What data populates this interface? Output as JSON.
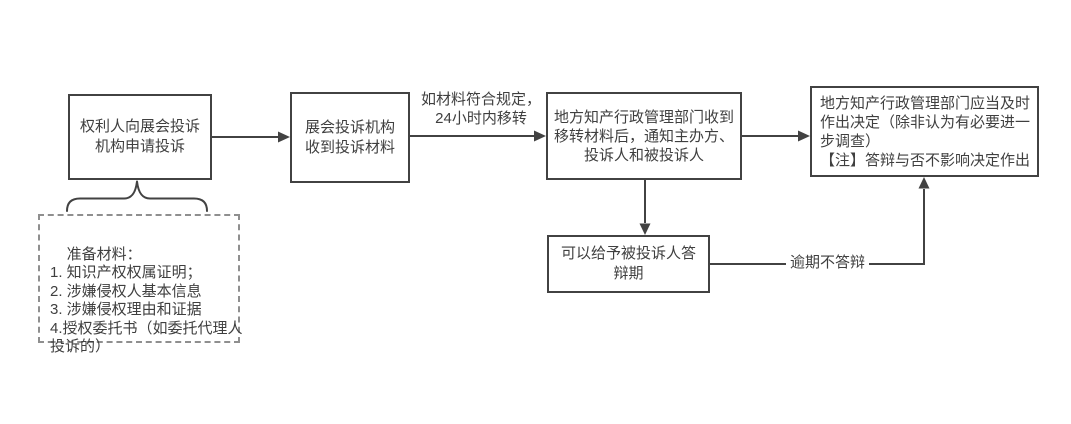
{
  "flowchart": {
    "nodes": {
      "apply": {
        "text": "权利人向展会投诉\n机构申请投诉"
      },
      "exhibition_body": {
        "text": "展会投诉机构\n收到投诉材料"
      },
      "local_ip_dept": {
        "text": "地方知产行政管理部门收到\n移转材料后，通知主办方、\n投诉人和被投诉人"
      },
      "decision": {
        "text": "地方知产行政管理部门应当及时\n作出决定（除非认为有必要进一\n步调查）\n【注】答辩与否不影响决定作出"
      },
      "defense_period": {
        "text": "可以给予被投诉人答\n辩期"
      },
      "materials": {
        "text": "准备材料：\n1. 知识产权权属证明；\n2. 涉嫌侵权人基本信息\n3. 涉嫌侵权理由和证据\n4.授权委托书（如委托代理人\n投诉的）"
      }
    },
    "edge_labels": {
      "transfer_condition": "如材料符合规定，\n24小时内移转",
      "overdue_no_defense": "逾期不答辩"
    },
    "colors": {
      "line": "#424242",
      "text": "#3f3f3f",
      "dashed_border": "#8f8f8f",
      "background": "#ffffff"
    }
  }
}
